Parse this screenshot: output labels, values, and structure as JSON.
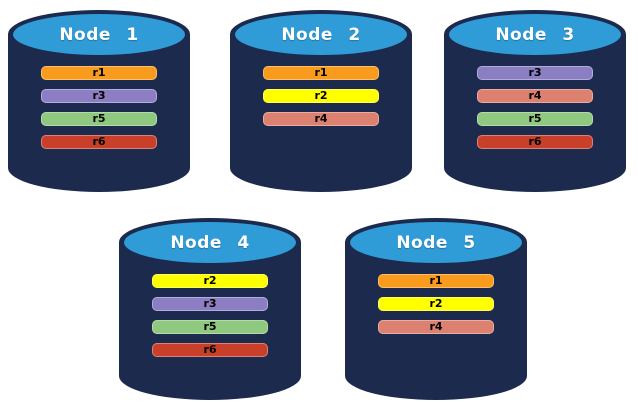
{
  "diagram": {
    "background_color": "#FFFFFF",
    "node_body_color": "#1C2A4D",
    "node_cap_color": "#2F9CD8",
    "replica_palette": {
      "r1": "#F99B1C",
      "r2": "#FFFF00",
      "r3": "#8B7EC3",
      "r4": "#DC8070",
      "r5": "#8FC87F",
      "r6": "#C8402A"
    },
    "nodes": [
      {
        "title": "Node 1",
        "replicas": [
          {
            "label": "r1",
            "color": "#F99B1C"
          },
          {
            "label": "r3",
            "color": "#8B7EC3"
          },
          {
            "label": "r5",
            "color": "#8FC87F"
          },
          {
            "label": "r6",
            "color": "#C8402A"
          }
        ]
      },
      {
        "title": "Node 2",
        "replicas": [
          {
            "label": "r1",
            "color": "#F99B1C"
          },
          {
            "label": "r2",
            "color": "#FFFF00"
          },
          {
            "label": "r4",
            "color": "#DC8070"
          }
        ]
      },
      {
        "title": "Node 3",
        "replicas": [
          {
            "label": "r3",
            "color": "#8B7EC3"
          },
          {
            "label": "r4",
            "color": "#DC8070"
          },
          {
            "label": "r5",
            "color": "#8FC87F"
          },
          {
            "label": "r6",
            "color": "#C8402A"
          }
        ]
      },
      {
        "title": "Node 4",
        "replicas": [
          {
            "label": "r2",
            "color": "#FFFF00"
          },
          {
            "label": "r3",
            "color": "#8B7EC3"
          },
          {
            "label": "r5",
            "color": "#8FC87F"
          },
          {
            "label": "r6",
            "color": "#C8402A"
          }
        ]
      },
      {
        "title": "Node 5",
        "replicas": [
          {
            "label": "r1",
            "color": "#F99B1C"
          },
          {
            "label": "r2",
            "color": "#FFFF00"
          },
          {
            "label": "r4",
            "color": "#DC8070"
          }
        ]
      }
    ]
  }
}
